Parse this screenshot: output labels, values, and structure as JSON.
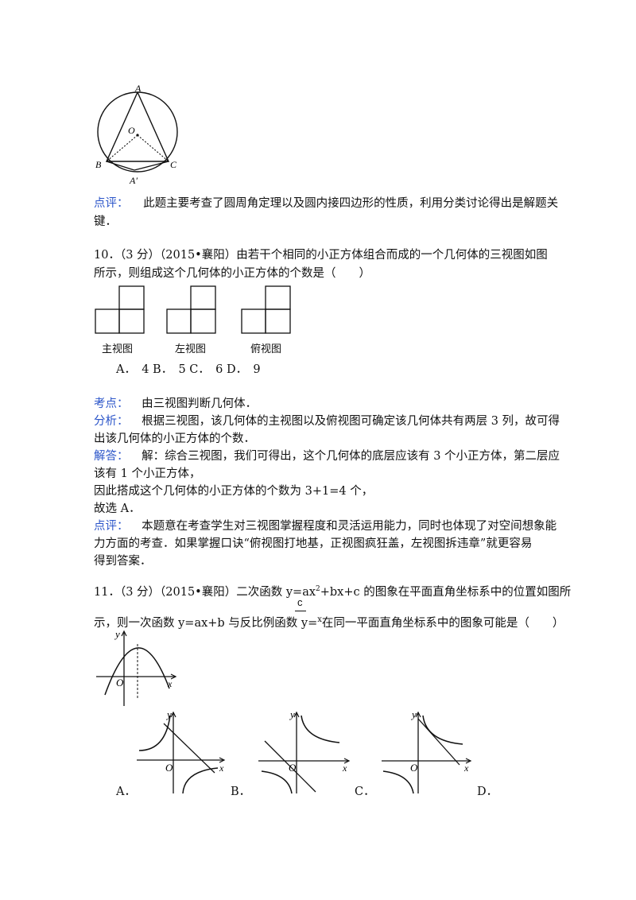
{
  "figure_circle": {
    "labels": {
      "A": "A",
      "O": "O",
      "B": "B",
      "C": "C",
      "A2": "A′"
    }
  },
  "review9": {
    "tag": "点评：",
    "line1": "此题主要考查了圆周角定理以及圆内接四边形的性质，利用分类讨论得出是解题关",
    "line2": "键．"
  },
  "q10": {
    "line1": "10．（3 分）（2015•襄阳）由若干个相同的小正方体组合而成的一个几何体的三视图如图",
    "line2": "所示，则组成这个几何体的小正方体的个数是（　　）",
    "views": [
      "主视图",
      "左视图",
      "俯视图"
    ],
    "options": "A．　4 B．　5 C．　6 D．　9",
    "kaodian_tag": "考点：",
    "kaodian": "由三视图判断几何体．",
    "fenxi_tag": "分析：",
    "fenxi1": "根据三视图，该几何体的主视图以及俯视图可确定该几何体共有两层 3 列，故可得",
    "fenxi2": "出该几何体的小正方体的个数．",
    "jieda_tag": "解答：",
    "jieda1": "解：综合三视图，我们可得出，这个几何体的底层应该有 3 个小正方体，第二层应",
    "jieda2": "该有 1 个小正方体，",
    "jieda3": "因此搭成这个几何体的小正方体的个数为 3+1=4 个，",
    "jieda4": "故选 A．",
    "dianping_tag": "点评：",
    "dianping1": "本题意在考查学生对三视图掌握程度和灵活运用能力，同时也体现了对空间想象能",
    "dianping2": "力方面的考查．如果掌握口诀“俯视图打地基，正视图疯狂盖，左视图拆违章”就更容易",
    "dianping3": "得到答案．"
  },
  "q11": {
    "line1_a": "11．（3 分）（2015•襄阳）二次函数 y=ax",
    "sup": "2",
    "line1_b": "+bx+c 的图象在平面直角坐标系中的位置如图所",
    "frac_num": "c",
    "frac_den": "x",
    "line2_a": "示，则一次函数 y=ax+b 与反比例函数 y=",
    "line2_b": "在同一平面直角坐标系中的图象可能是（　　）",
    "axis": {
      "y": "y",
      "x": "x",
      "o": "O"
    },
    "choices": [
      "A．",
      "B．",
      "C．",
      "D．"
    ]
  }
}
